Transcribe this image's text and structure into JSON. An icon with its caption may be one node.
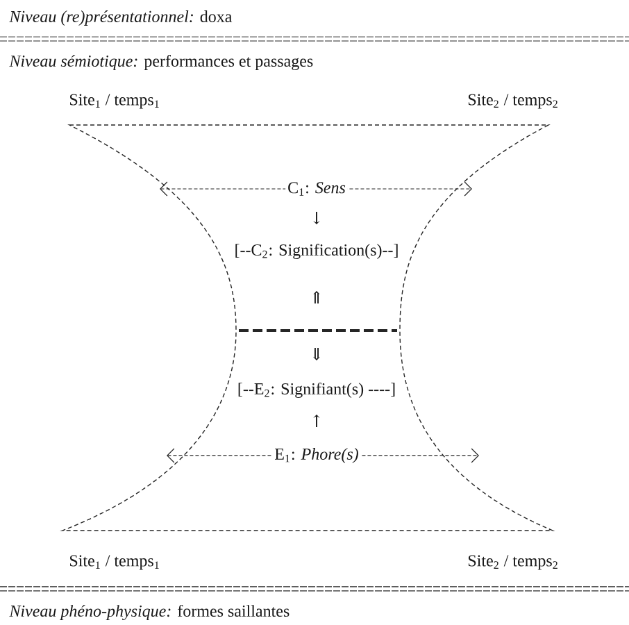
{
  "diagram": {
    "labels": [
      "*Niveau (re)présentationnel:* doxa",
      "*Niveau sémiotique:* performances et passages",
      "Site$_{1}$ / temps$_{1}$",
      "Site$_{2}$ / temps$_{2}$",
      "C$_{1}$: *Sens*",
      "↓",
      "[--C$_{2}$: Signification(s)--]",
      "⇑",
      "⇓",
      "[--E$_{2}$: Signifiant(s) ----]",
      "↑",
      "E$_{1}$: *Phore(s)*",
      "Site$_{1}$ / temps$_{1}$",
      "Site$_{2}$ / temps$_{2}$",
      "*Niveau phéno-physique:* formes saillantes"
    ]
  }
}
